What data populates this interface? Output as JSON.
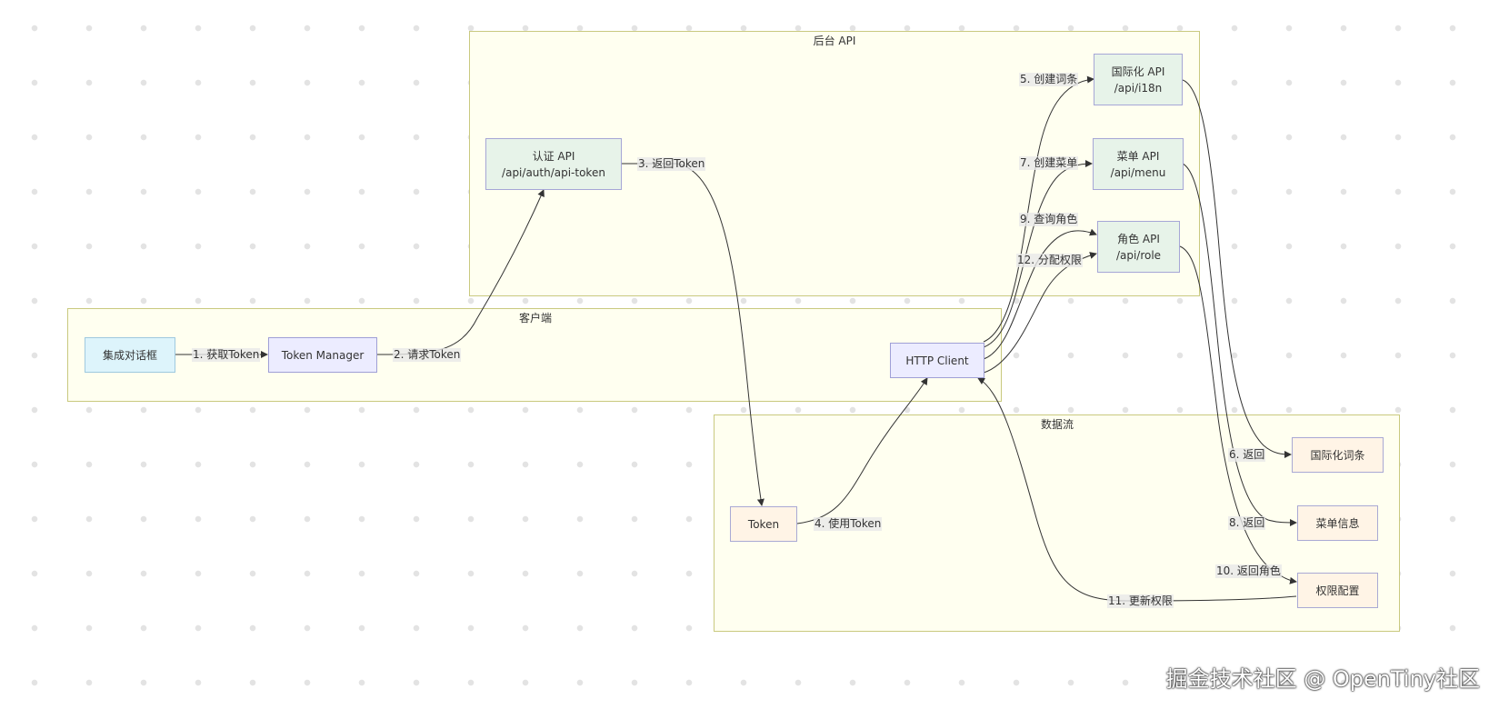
{
  "groups": {
    "backend": "后台 API",
    "client": "客户端",
    "dataflow": "数据流"
  },
  "nodes": {
    "integrate_dialog": "集成对话框",
    "token_manager": "Token Manager",
    "auth_api": {
      "line1": "认证 API",
      "line2": "/api/auth/api-token"
    },
    "i18n_api": {
      "line1": "国际化 API",
      "line2": "/api/i18n"
    },
    "menu_api": {
      "line1": "菜单 API",
      "line2": "/api/menu"
    },
    "role_api": {
      "line1": "角色 API",
      "line2": "/api/role"
    },
    "http_client": "HTTP Client",
    "token": "Token",
    "i18n_entry": "国际化词条",
    "menu_info": "菜单信息",
    "permission_config": "权限配置"
  },
  "edges": [
    "1. 获取Token",
    "2. 请求Token",
    "3. 返回Token",
    "4. 使用Token",
    "5. 创建词条",
    "6. 返回",
    "7. 创建菜单",
    "8. 返回",
    "9. 查询角色",
    "10. 返回角色",
    "11. 更新权限",
    "12. 分配权限"
  ],
  "watermark": "掘金技术社区 @ OpenTiny社区"
}
